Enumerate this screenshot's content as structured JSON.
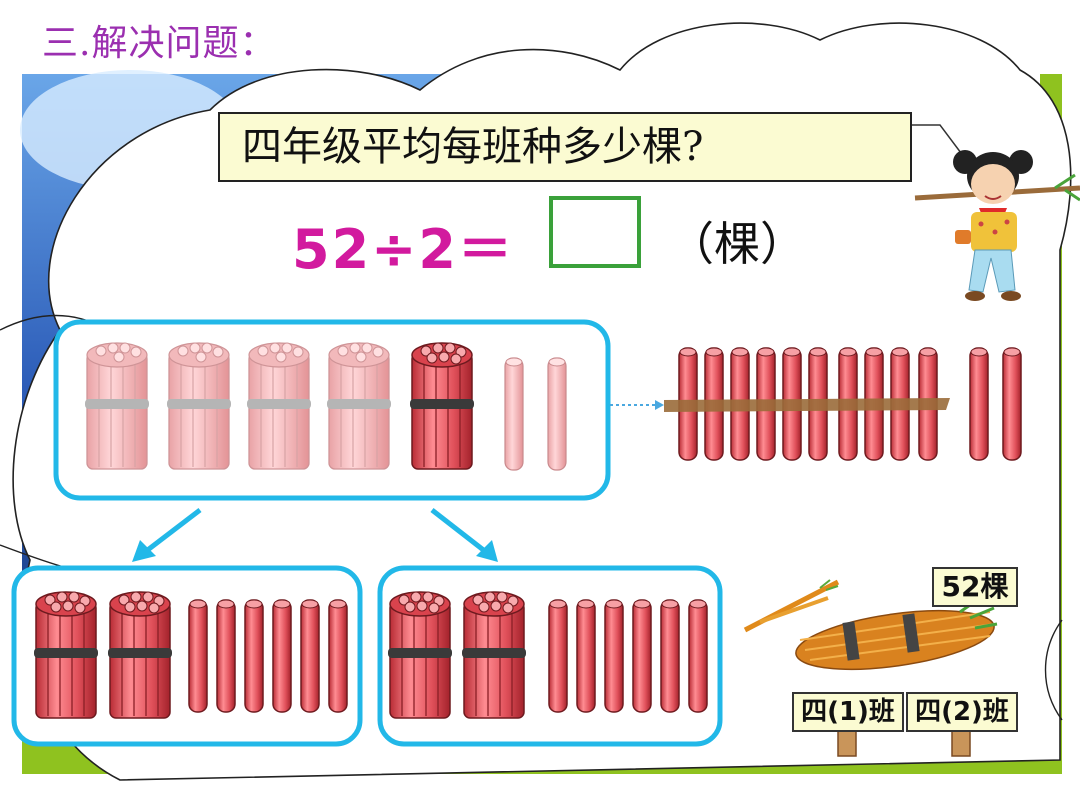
{
  "section_title": "三.解决问题：",
  "question": "四年级平均每班种多少棵?",
  "equation": "52÷2＝",
  "unit": "（棵）",
  "total_label": "52棵",
  "class_labels": [
    "四(1)班",
    "四(2)班"
  ],
  "colors": {
    "title_purple": "#9b2fb0",
    "equation_magenta": "#d21a9e",
    "box_cyan": "#22b8e8",
    "answer_green": "#3aa13a",
    "stick_red": "#e0505a",
    "background_blue": "#1d3f8a",
    "background_green": "#8fc21f"
  },
  "illustrations": [
    "girl-icon",
    "tree-branch-icon",
    "sapling-bundle-icon",
    "wooden-sign-icon",
    "stick-bundle-icon",
    "cloud-shape"
  ]
}
